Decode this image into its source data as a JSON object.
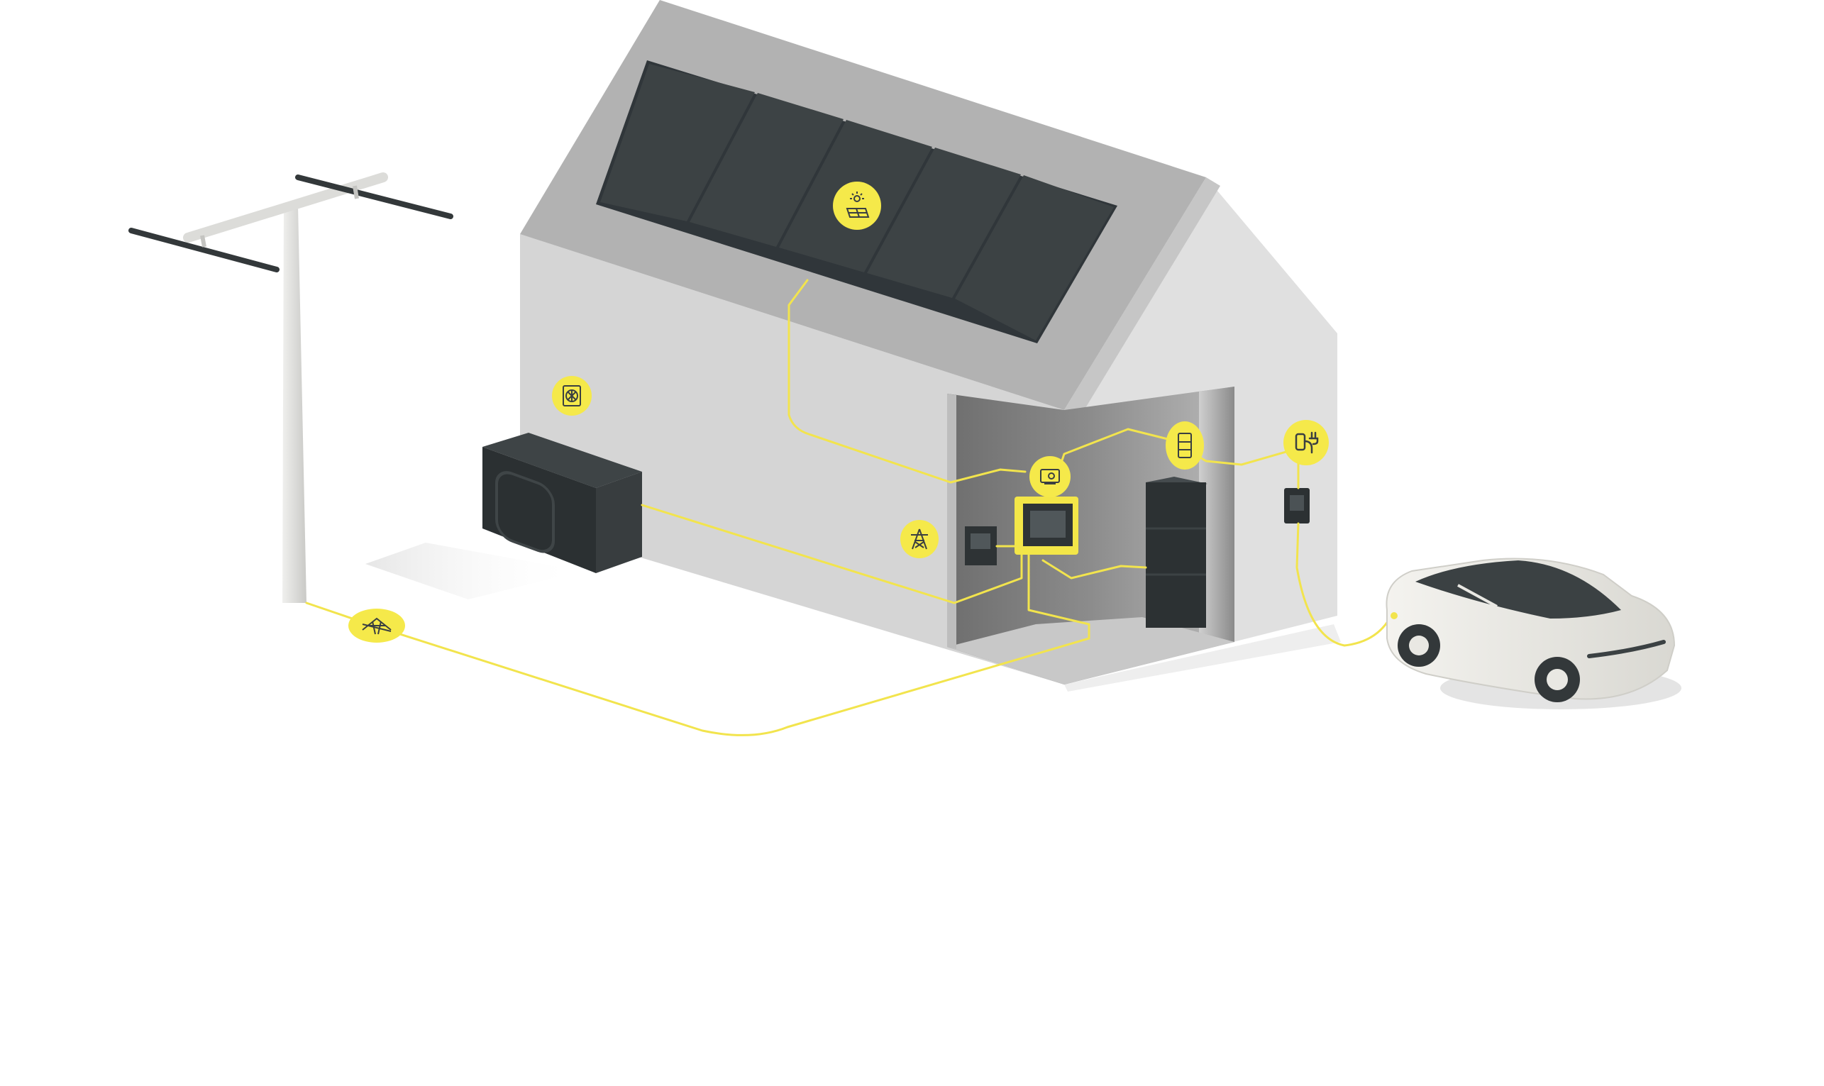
{
  "colors": {
    "background": "#ffffff",
    "accent_yellow": "#f5e94a",
    "wire_yellow": "#f2e44d",
    "icon_stroke": "#3a3f41",
    "roof": "#b3b3b3",
    "wall_front": "#d6d6d6",
    "wall_gable": "#dedede",
    "solar_panel": "#3c4244",
    "device_dark": "#2f3436",
    "car_body": "#e9e8e3",
    "ground_shadow": "#ebebeb"
  },
  "hubs": [
    {
      "id": "hub-solar",
      "icon": "solar-panel-icon"
    },
    {
      "id": "hub-heatpump",
      "icon": "heat-pump-icon"
    },
    {
      "id": "hub-grid",
      "icon": "power-pylon-icon"
    },
    {
      "id": "hub-meter",
      "icon": "transmission-tower-icon"
    },
    {
      "id": "hub-energy-manager",
      "icon": "energy-manager-icon"
    },
    {
      "id": "hub-battery",
      "icon": "battery-storage-icon"
    },
    {
      "id": "hub-wallbox",
      "icon": "ev-charger-icon"
    }
  ]
}
